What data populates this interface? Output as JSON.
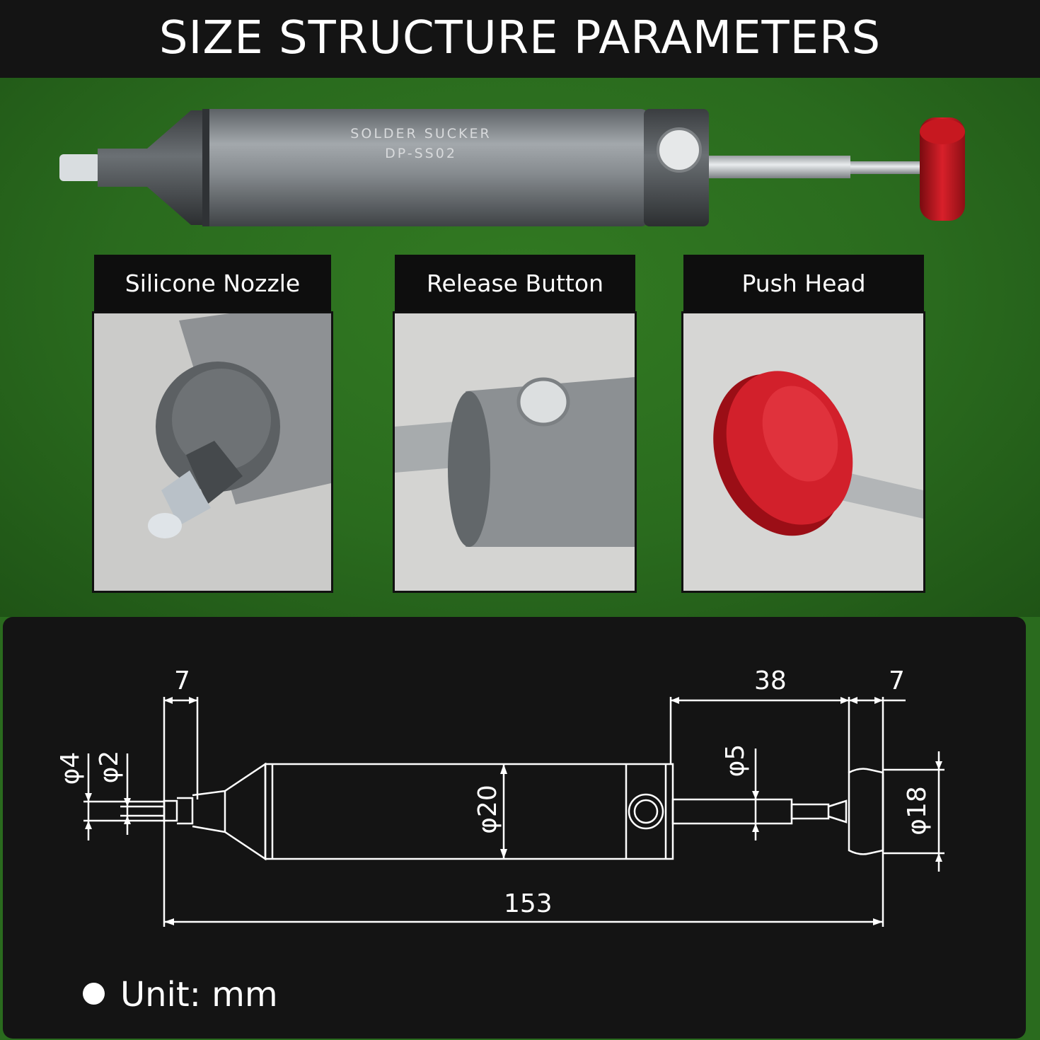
{
  "header": {
    "title": "SIZE STRUCTURE PARAMETERS"
  },
  "product": {
    "brand_line": "SOLDER SUCKER",
    "model_line": "DP-SS02"
  },
  "parts": [
    {
      "label": "Silicone Nozzle"
    },
    {
      "label": "Release Button"
    },
    {
      "label": "Push Head"
    }
  ],
  "dimensions": {
    "tip_length": "7",
    "plunger_length": "38",
    "head_length": "7",
    "total_length": "153",
    "tip_outer_dia": "φ4",
    "tip_inner_dia": "φ2",
    "body_dia": "φ20",
    "rod_dia": "φ5",
    "head_dia": "φ18"
  },
  "unit": {
    "text": "Unit: mm"
  },
  "colors": {
    "background_green": "#2a6b1e",
    "panel_black": "#141414",
    "push_head_red": "#c0141c"
  }
}
